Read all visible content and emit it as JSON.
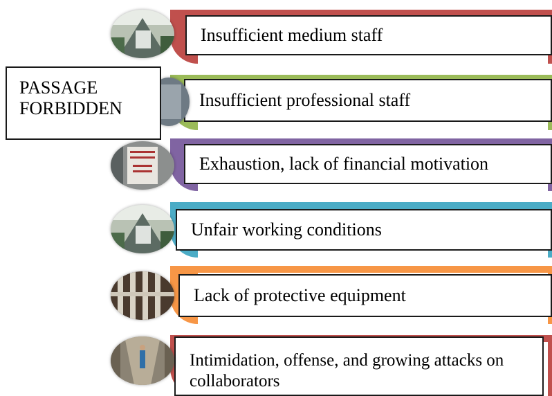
{
  "callout": {
    "line1": "PASSAGE",
    "line2": "FORBIDDEN"
  },
  "items": [
    {
      "label": "Insufficient medium staff",
      "color": "#c0504d",
      "photo": "building-entrance-photo"
    },
    {
      "label": "Insufficient professional staff",
      "color": "#9bbb59",
      "photo": "entrance-sign-photo"
    },
    {
      "label": "Exhaustion, lack of financial motivation",
      "color": "#8064a2",
      "photo": "warning-sign-photo"
    },
    {
      "label": "Unfair working conditions",
      "color": "#4bacc6",
      "photo": "building-entrance-photo"
    },
    {
      "label": "Lack of protective equipment",
      "color": "#f79646",
      "photo": "prison-bars-photo"
    },
    {
      "label": "Intimidation, offense, and growing attacks on collaborators",
      "color": "#c0504d",
      "photo": "prison-corridor-photo"
    }
  ]
}
